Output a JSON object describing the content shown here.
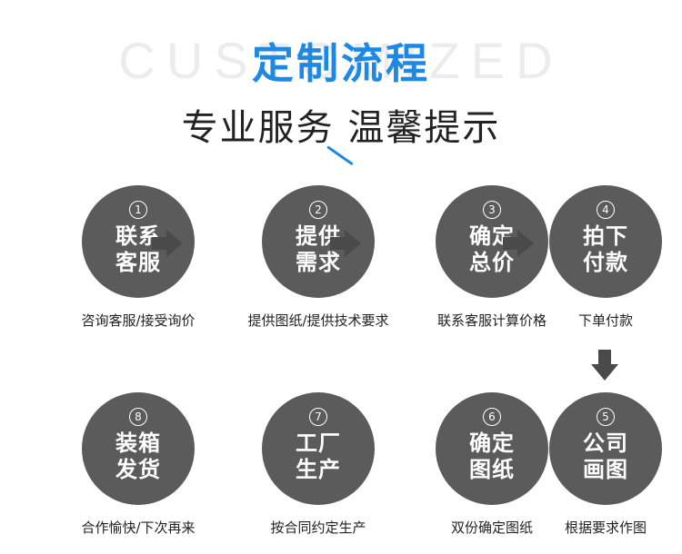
{
  "header": {
    "background_word": "CUSTOMIZED",
    "title": "定制流程",
    "subtitle": "专业服务 温馨提示"
  },
  "steps": [
    {
      "number": "1",
      "line1": "联系",
      "line2": "客服",
      "caption": "咨询客服/接受询价"
    },
    {
      "number": "2",
      "line1": "提供",
      "line2": "需求",
      "caption": "提供图纸/提供技术要求"
    },
    {
      "number": "3",
      "line1": "确定",
      "line2": "总价",
      "caption": "联系客服计算价格"
    },
    {
      "number": "4",
      "line1": "拍下",
      "line2": "付款",
      "caption": "下单付款"
    },
    {
      "number": "5",
      "line1": "公司",
      "line2": "画图",
      "caption": "根据要求作图"
    },
    {
      "number": "6",
      "line1": "确定",
      "line2": "图纸",
      "caption": "双份确定图纸"
    },
    {
      "number": "7",
      "line1": "工厂",
      "line2": "生产",
      "caption": "按合同约定生产"
    },
    {
      "number": "8",
      "line1": "装箱",
      "line2": "发货",
      "caption": "合作愉快/下次再来"
    }
  ],
  "colors": {
    "accent": "#1e88e5",
    "circle": "#5b5b5b",
    "arrow": "#4a4a4a",
    "text": "#222222"
  }
}
